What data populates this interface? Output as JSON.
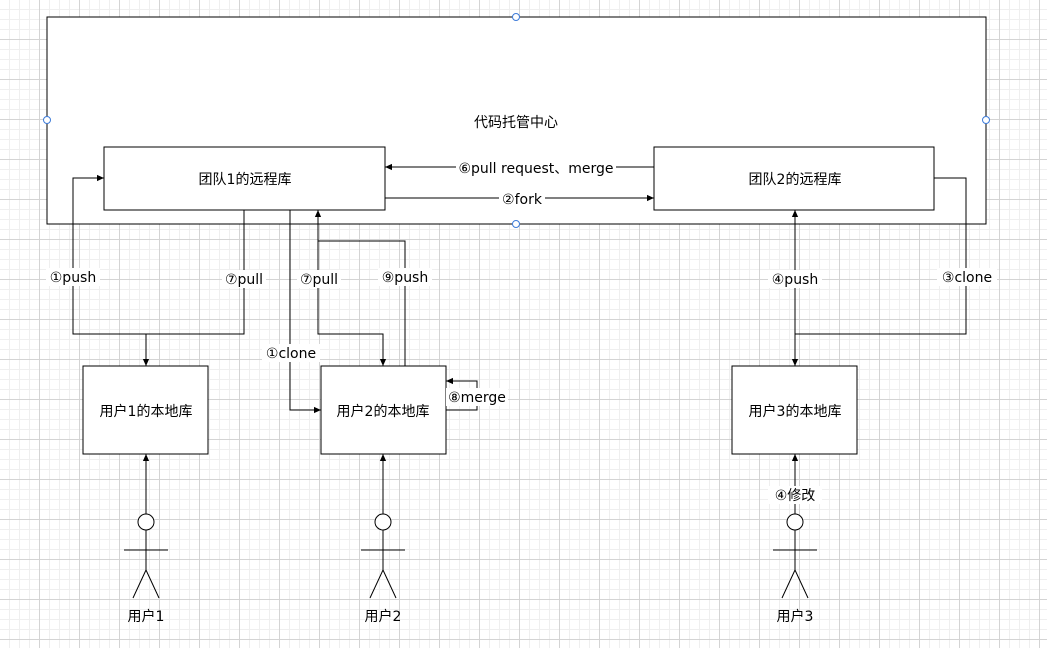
{
  "hub": {
    "label": "代码托管中心"
  },
  "repos": {
    "team1_remote": "团队1的远程库",
    "team2_remote": "团队2的远程库",
    "user1_local": "用户1的本地库",
    "user2_local": "用户2的本地库",
    "user3_local": "用户3的本地库"
  },
  "users": {
    "user1": "用户1",
    "user2": "用户2",
    "user3": "用户3"
  },
  "edges": {
    "pull_request_merge": "⑥pull request、merge",
    "fork": "②fork",
    "user1_push": "①push",
    "user1_pull": "⑦pull",
    "user2_clone": "①clone",
    "user2_pull": "⑦pull",
    "user2_push": "⑨push",
    "user2_merge": "⑧merge",
    "user3_push": "④push",
    "user3_clone": "③clone",
    "user3_modify": "④修改"
  }
}
